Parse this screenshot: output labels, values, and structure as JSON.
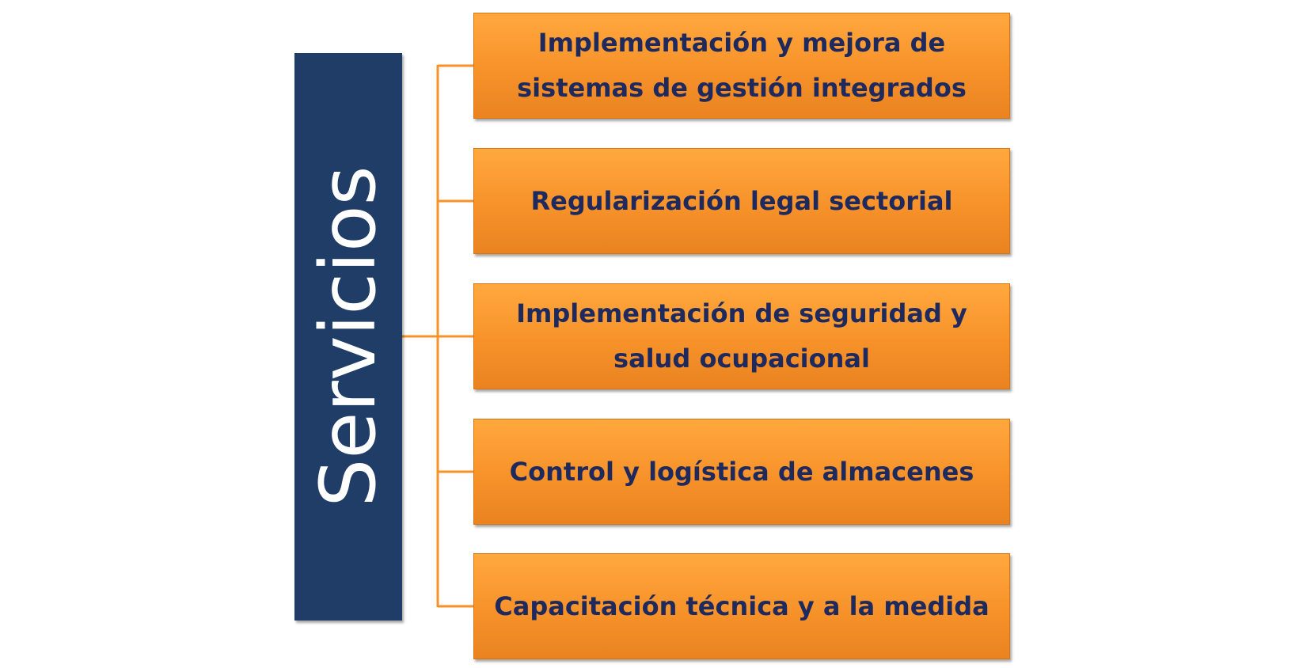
{
  "root": {
    "label": "Servicios",
    "color": "#1f3d66"
  },
  "items": [
    {
      "label": "Implementación y mejora de sistemas de gestión integrados"
    },
    {
      "label": "Regularización legal sectorial"
    },
    {
      "label": "Implementación de seguridad y salud ocupacional"
    },
    {
      "label": "Control y logística de almacenes"
    },
    {
      "label": "Capacitación técnica y a la medida"
    }
  ],
  "colors": {
    "item_fill": "#f7922a",
    "item_text": "#1e2a5e",
    "connector": "#f7922a",
    "root_text": "#ffffff"
  }
}
